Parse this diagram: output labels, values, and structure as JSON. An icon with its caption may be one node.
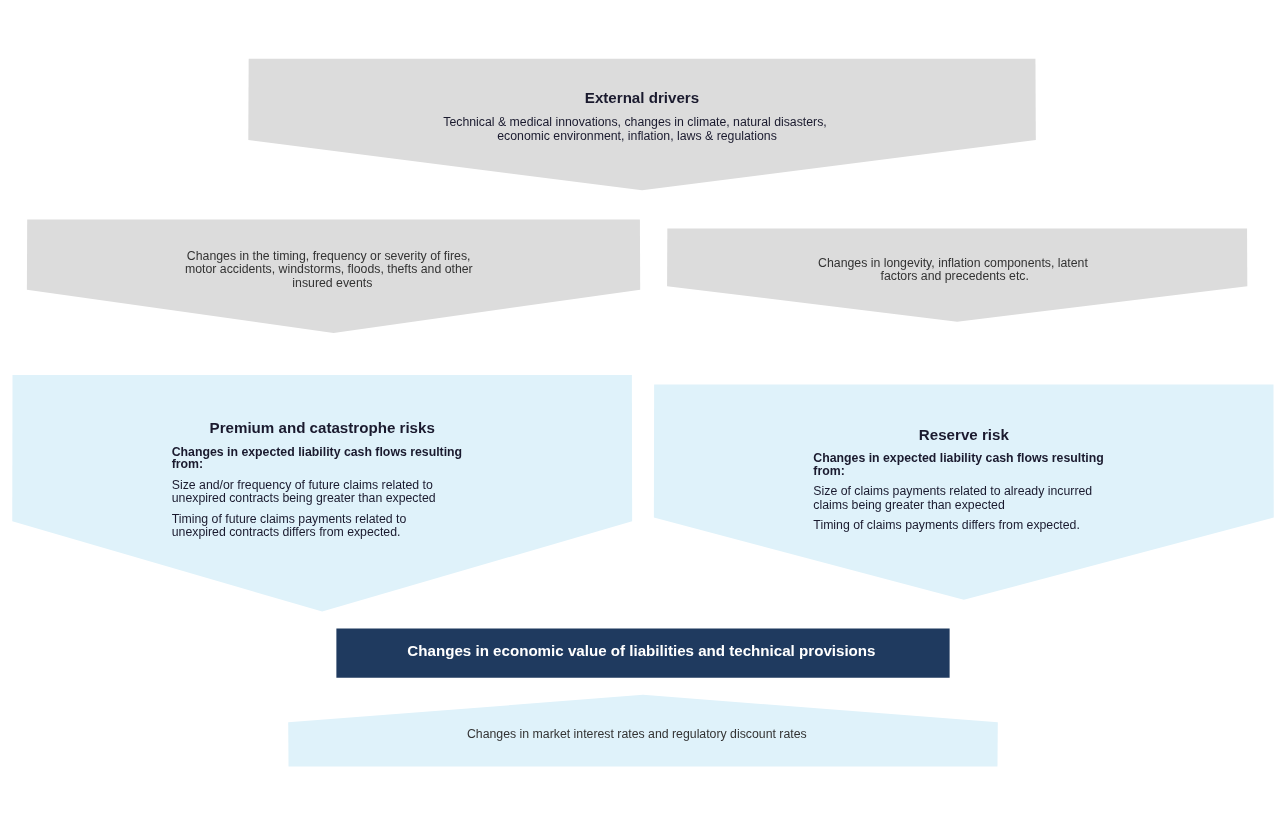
{
  "diagram": {
    "nodes": [
      {
        "text": [
          "External drivers",
          "Technical & medical innovations, changes in climate, natural disasters, economic environment, inflation, laws & regulations"
        ]
      },
      {
        "text": [
          "Changes in the timing, frequency or severity of fires, motor accidents, windstorms, floods, thefts and other insured events"
        ]
      },
      {
        "text": [
          "Changes in longevity, inflation components, latent factors and precedents etc."
        ]
      },
      {
        "text": [
          "Premium and catastrophe risks",
          "Changes in expected liability cash flows resulting from:",
          "Size and/or frequency of future claims related to unexpired contracts being greater than expected",
          "Timing of future claims payments related to unexpired contracts differs from expected."
        ]
      },
      {
        "text": [
          "Reserve risk",
          "Changes in expected liability cash flows resulting from:",
          "Size of claims payments related to already incurred claims being greater than expected",
          "Timing of claims payments differs from expected."
        ]
      },
      {
        "text": [
          "Changes in economic value of liabilities and technical provisions"
        ]
      },
      {
        "text": [
          "Changes in market interest rates and regulatory discount rates"
        ]
      }
    ],
    "edges": []
  }
}
